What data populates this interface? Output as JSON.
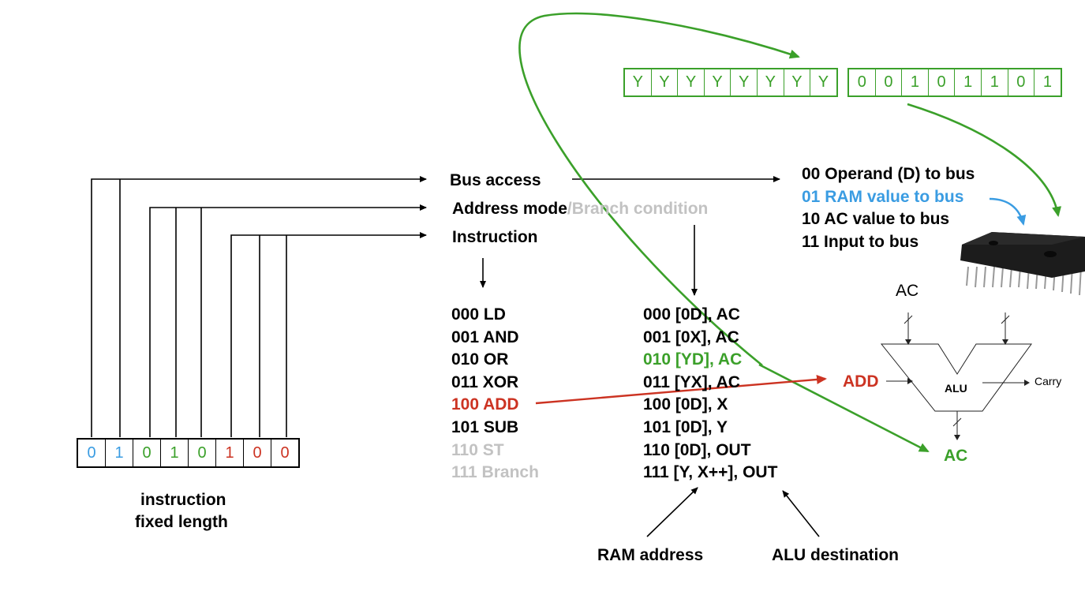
{
  "colors": {
    "blue": "#3a9ce2",
    "green": "#3ba02a",
    "red": "#cc3322",
    "gray": "#c2c2c2"
  },
  "instruction_bits": [
    {
      "value": "0",
      "color": "#3a9ce2"
    },
    {
      "value": "1",
      "color": "#3a9ce2"
    },
    {
      "value": "0",
      "color": "#3ba02a"
    },
    {
      "value": "1",
      "color": "#3ba02a"
    },
    {
      "value": "0",
      "color": "#3ba02a"
    },
    {
      "value": "1",
      "color": "#cc3322"
    },
    {
      "value": "0",
      "color": "#cc3322"
    },
    {
      "value": "0",
      "color": "#cc3322"
    }
  ],
  "instruction_caption": {
    "line1": "instruction",
    "line2": "fixed length"
  },
  "fields": {
    "bus_access": "Bus access",
    "address_mode": "Address mode",
    "branch_condition": "/Branch condition",
    "instruction": "Instruction"
  },
  "bus_options": [
    "00 Operand (D) to bus",
    "01 RAM value to bus",
    "10 AC value to bus",
    "11 Input to bus"
  ],
  "opcodes": [
    "000 LD",
    "001 AND",
    "010 OR",
    "011 XOR",
    "100 ADD",
    "101 SUB",
    "110 ST",
    "111 Branch"
  ],
  "modes": [
    "000 [0D], AC",
    "001 [0X], AC",
    "010 [YD], AC",
    "011 [YX], AC",
    "100 [0D], X",
    "101 [0D], Y",
    "110 [0D], OUT",
    "111 [Y, X++], OUT"
  ],
  "address_word": {
    "high": [
      "Y",
      "Y",
      "Y",
      "Y",
      "Y",
      "Y",
      "Y",
      "Y"
    ],
    "low": [
      "0",
      "0",
      "1",
      "0",
      "1",
      "1",
      "0",
      "1"
    ]
  },
  "alu": {
    "name": "ALU",
    "carry": "Carry",
    "input_label": "AC",
    "op_label": "ADD",
    "dest_label": "AC"
  },
  "bottom_labels": {
    "ram_address": "RAM address",
    "alu_destination": "ALU destination"
  }
}
